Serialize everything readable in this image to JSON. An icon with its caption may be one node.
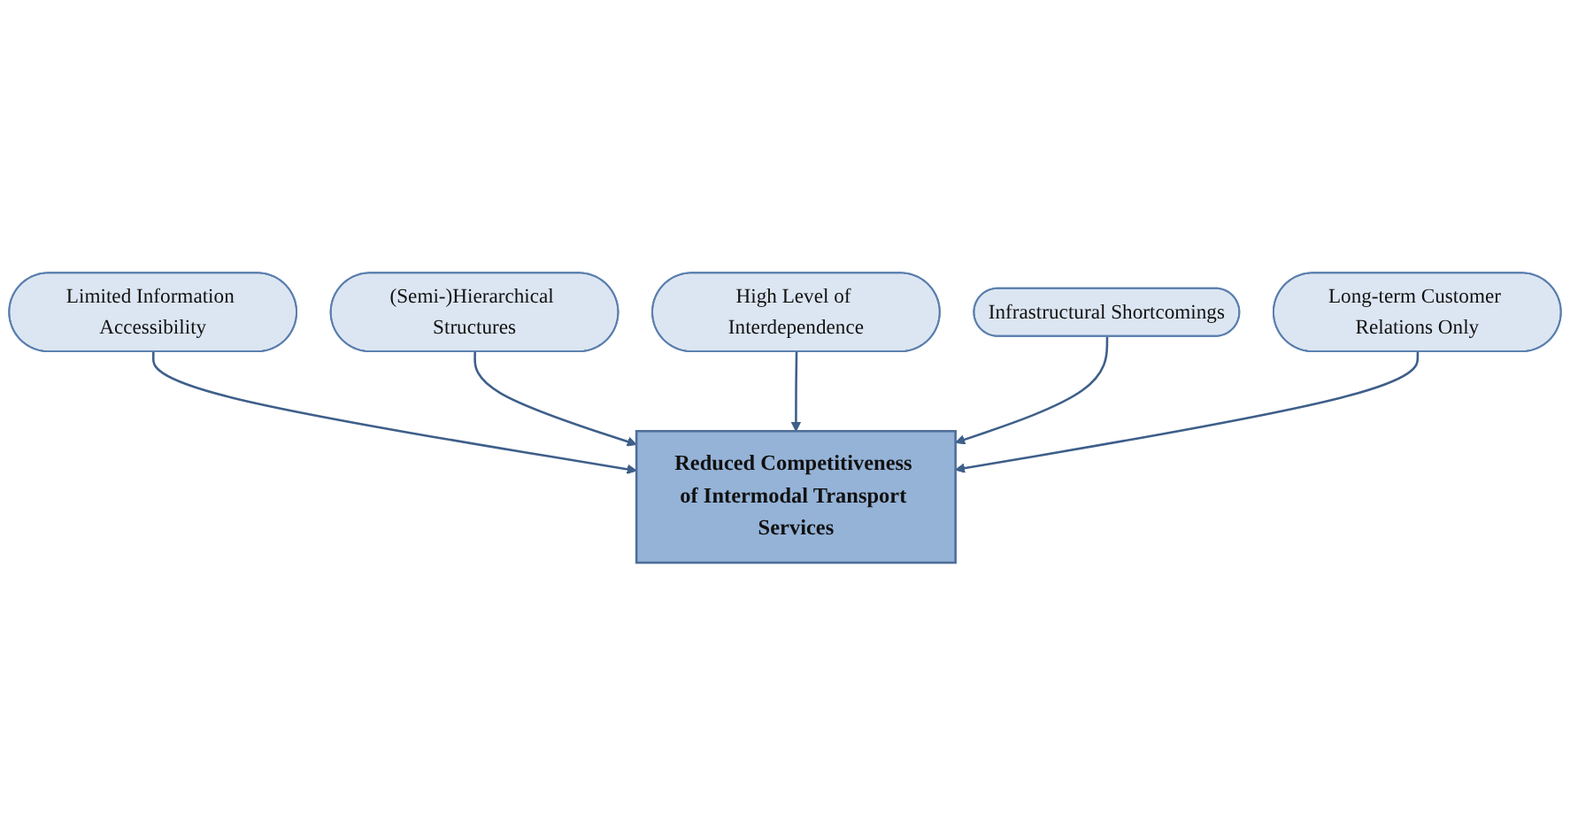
{
  "diagram": {
    "nodes": [
      {
        "text": [
          "Limited Information Accessibility"
        ]
      },
      {
        "text": [
          "(Semi-)Hierarchical Structures"
        ]
      },
      {
        "text": [
          "Reduced Competitiveness of Intermodal Transport Services"
        ]
      },
      {
        "text": [
          "High Level of Interdependence"
        ]
      },
      {
        "text": [
          "Long-term Customer Relations Only"
        ]
      },
      {
        "text": [
          "Infrastructural Shortcomings"
        ]
      }
    ],
    "edges": [
      {
        "from": 0,
        "to": 2,
        "arrow": "to"
      },
      {
        "from": 1,
        "to": 2,
        "arrow": "to"
      },
      {
        "from": 3,
        "to": 2,
        "arrow": "to"
      },
      {
        "from": 5,
        "to": 2,
        "arrow": "to"
      },
      {
        "from": 4,
        "to": 2,
        "arrow": "to"
      }
    ]
  }
}
